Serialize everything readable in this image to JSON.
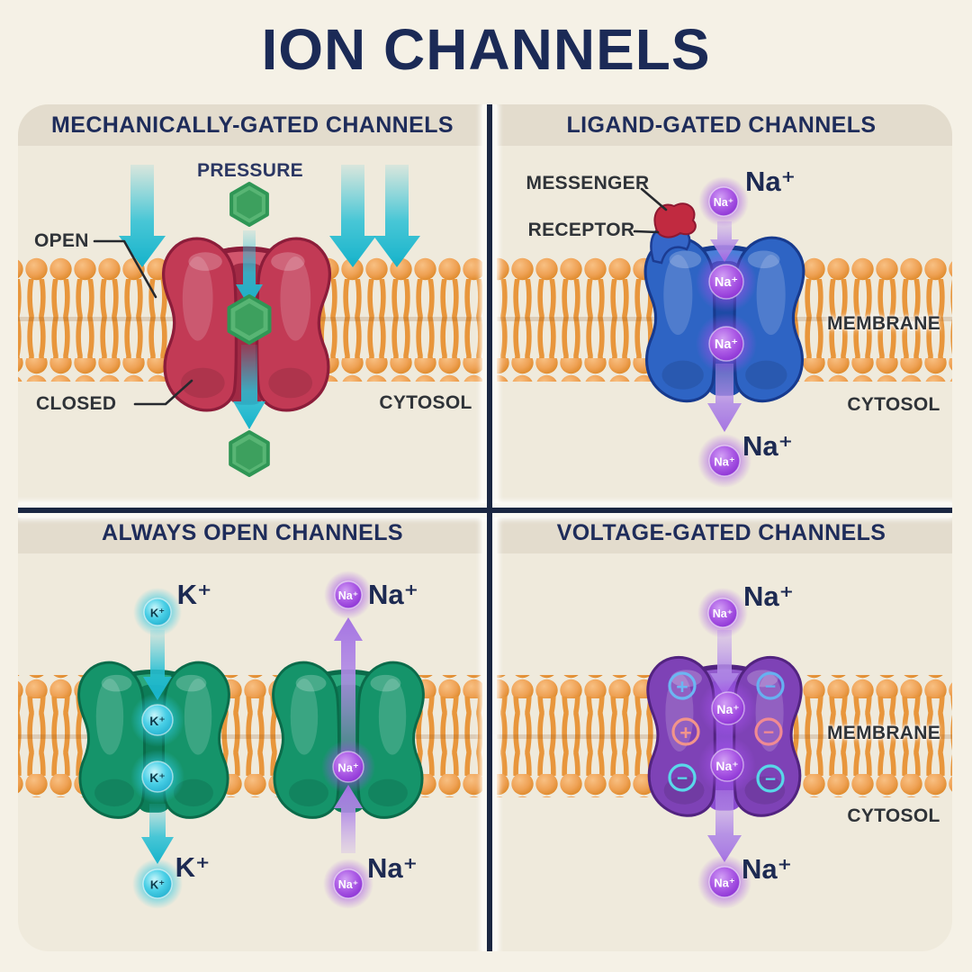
{
  "title": "ION CHANNELS",
  "ions": {
    "na": "Na⁺",
    "k": "K⁺"
  },
  "charges": {
    "plus": "+",
    "minus": "−"
  },
  "quadrants": {
    "mechanically_gated": {
      "header": "MECHANICALLY-GATED CHANNELS",
      "labels": {
        "pressure": "PRESSURE",
        "open": "OPEN",
        "closed": "CLOSED",
        "cytosol": "CYTOSOL"
      }
    },
    "ligand_gated": {
      "header": "LIGAND-GATED CHANNELS",
      "labels": {
        "messenger": "MESSENGER",
        "receptor": "RECEPTOR",
        "membrane": "MEMBRANE",
        "cytosol": "CYTOSOL"
      }
    },
    "always_open": {
      "header": "ALWAYS OPEN CHANNELS"
    },
    "voltage_gated": {
      "header": "VOLTAGE-GATED CHANNELS",
      "labels": {
        "membrane": "MEMBRANE",
        "cytosol": "CYTOSOL"
      }
    }
  },
  "colors": {
    "background": "#f5f1e6",
    "panel": "#efeadc",
    "header_band": "#e3dccd",
    "divider_navy": "#1b2742",
    "title_navy": "#1b2a56",
    "membrane_orange": "#efa255",
    "mechanically_gated_channel": "#c23a55",
    "ligand_gated_channel": "#2e64c4",
    "always_open_channel": "#15946a",
    "voltage_gated_channel": "#7e42b6",
    "na_ion_purple": "#9a3ddd",
    "k_ion_cyan": "#2fc3de",
    "cyan_arrow": "#29bed4",
    "purple_arrow": "#b18ae6",
    "messenger_red": "#c12a40",
    "pressure_molecule_green": "#4cae6b"
  }
}
